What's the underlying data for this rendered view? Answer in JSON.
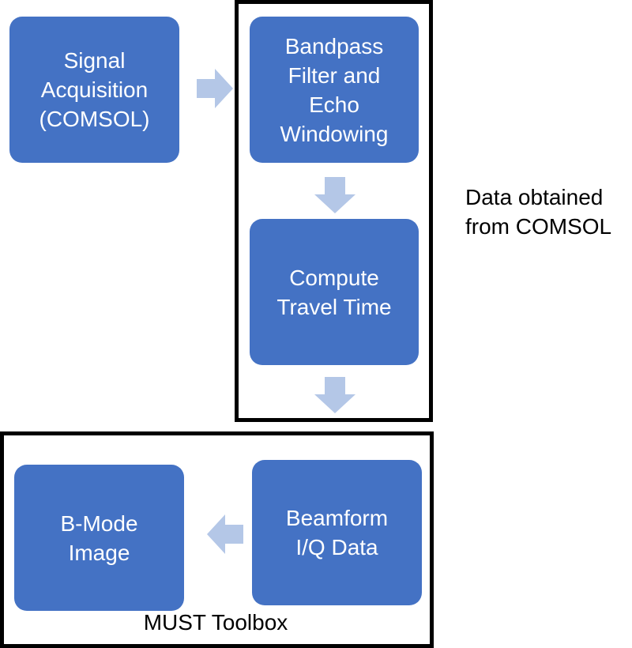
{
  "diagram": {
    "colors": {
      "block_fill": "#4472c4",
      "block_text": "#ffffff",
      "arrow_fill": "#b4c7e7",
      "frame_stroke": "#000000"
    },
    "blocks": {
      "signal_acquisition": [
        "Signal",
        "Acquisition",
        "(COMSOL)"
      ],
      "bandpass_filter": [
        "Bandpass",
        "Filter and",
        "Echo",
        "Windowing"
      ],
      "compute_travel_time": [
        "Compute",
        "Travel Time"
      ],
      "beamform": [
        "Beamform",
        "I/Q Data"
      ],
      "bmode_image": [
        "B-Mode",
        "Image"
      ]
    },
    "annotations": {
      "comsol_note": [
        "Data obtained",
        "from COMSOL"
      ],
      "must_toolbox": "MUST Toolbox"
    },
    "arrows": [
      {
        "from": "signal_acquisition",
        "to": "bandpass_filter",
        "direction": "right"
      },
      {
        "from": "bandpass_filter",
        "to": "compute_travel_time",
        "direction": "down"
      },
      {
        "from": "compute_travel_time",
        "to": "beamform",
        "direction": "down"
      },
      {
        "from": "beamform",
        "to": "bmode_image",
        "direction": "left"
      }
    ]
  }
}
